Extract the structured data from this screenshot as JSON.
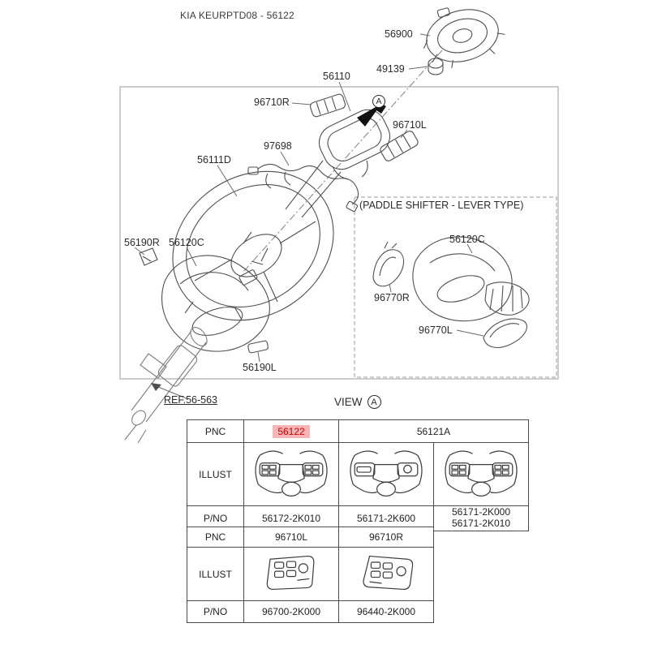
{
  "header": {
    "title": "KIA KEURPTD08 - 56122"
  },
  "diagram": {
    "labels": {
      "p56900": "56900",
      "p49139": "49139",
      "p56110": "56110",
      "p96710R": "96710R",
      "p96710L": "96710L",
      "p97698": "97698",
      "p56111D": "56111D",
      "p56190R": "56190R",
      "p56120C_left": "56120C",
      "p56120C_right": "56120C",
      "p96770R": "96770R",
      "p96770L": "96770L",
      "p56190L": "56190L",
      "ref": "REF.56-563",
      "paddle_box_title": "(PADDLE SHIFTER - LEVER TYPE)",
      "view": "VIEW",
      "marker_a": "A"
    }
  },
  "table": {
    "row_labels": {
      "pnc": "PNC",
      "illust": "ILLUST",
      "pno": "P/NO"
    },
    "top": {
      "pnc1": "56122",
      "pnc2": "56121A",
      "pno1": "56172-2K010",
      "pno2": "56171-2K600",
      "pno3a": "56171-2K000",
      "pno3b": "56171-2K010"
    },
    "bottom": {
      "pnc1": "96710L",
      "pnc2": "96710R",
      "pno1": "96700-2K000",
      "pno2": "96440-2K000"
    }
  },
  "colors": {
    "highlight_bg": "#f7b4b4",
    "highlight_text": "#cc0000"
  }
}
